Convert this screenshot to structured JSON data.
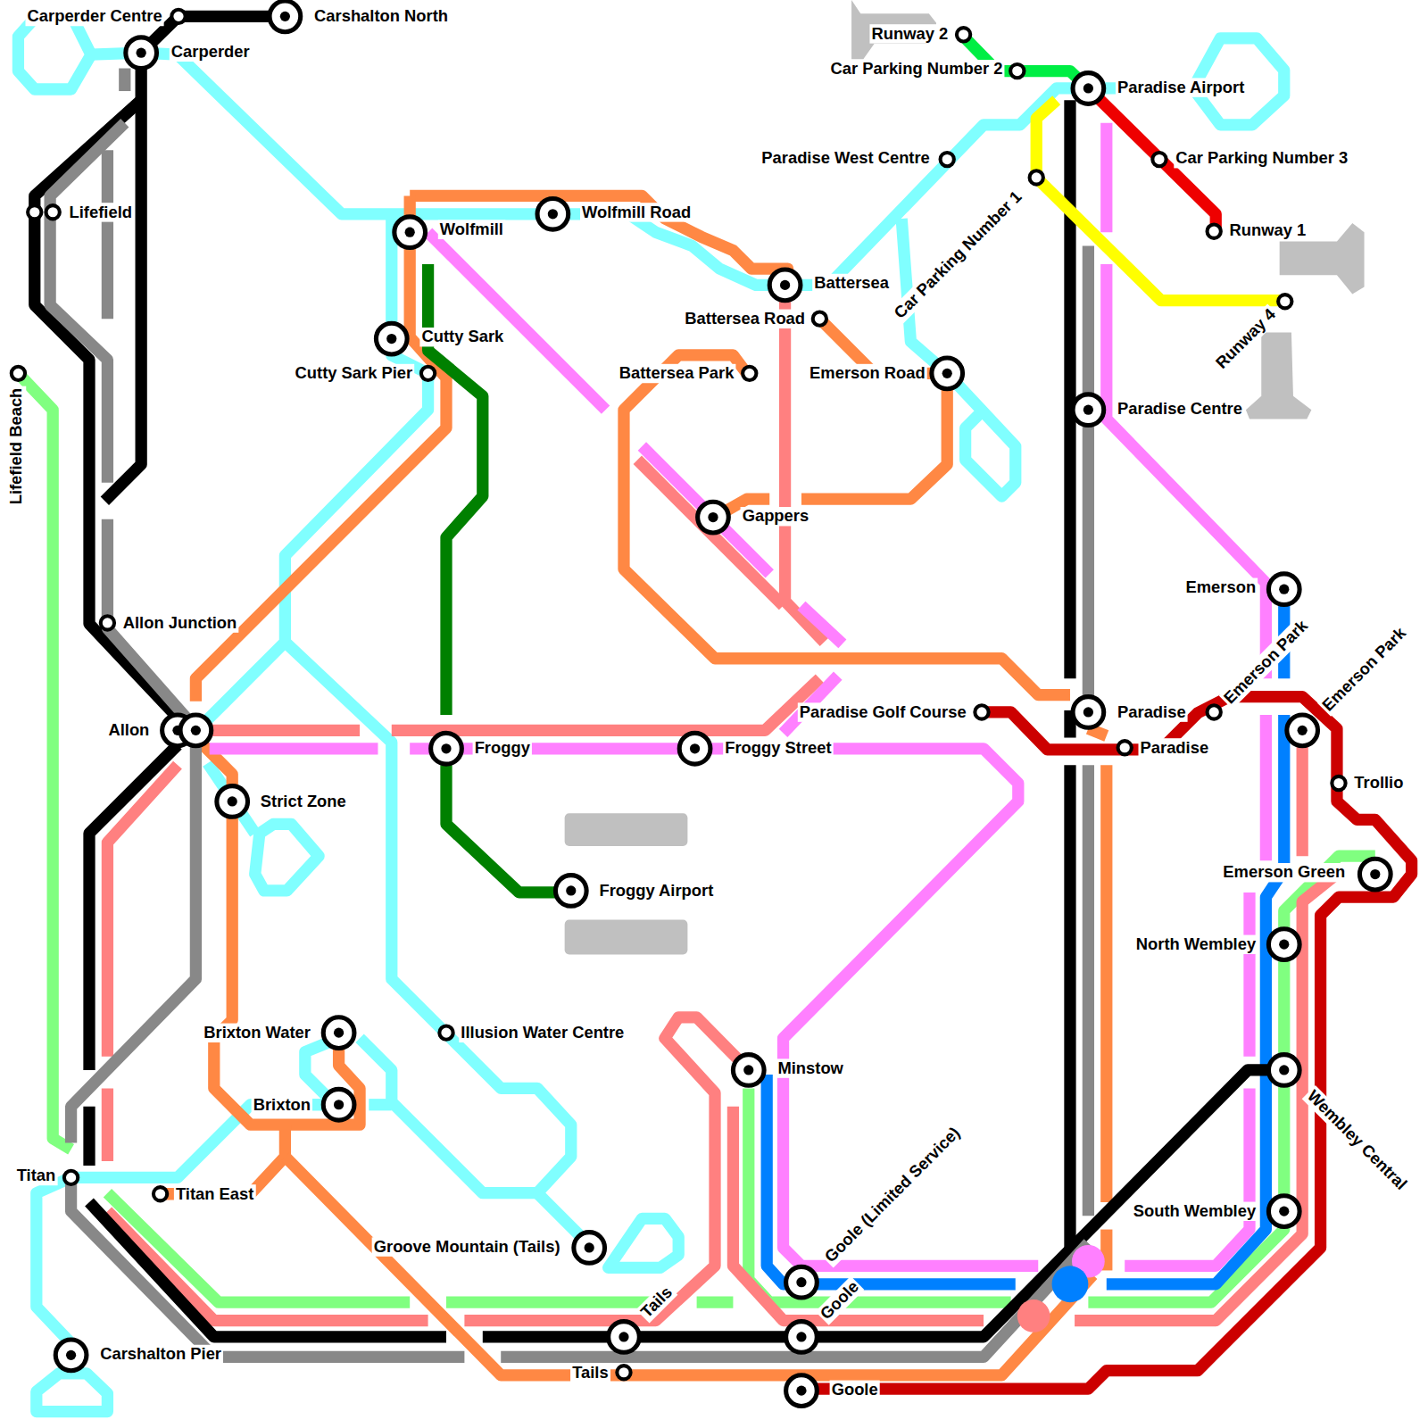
{
  "diagram": {
    "labels": [
      "Carperder Centre",
      "Carshalton North",
      "Carperder",
      "Lifefield",
      "Lifefield Beach",
      "Runway 2",
      "Car Parking Number 2",
      "Paradise Airport",
      "Paradise West Centre",
      "Car Parking Number 3",
      "Car Parking Number 1",
      "Runway 1",
      "Runway 4",
      "Wolfmill",
      "Wolfmill Road",
      "Battersea",
      "Battersea Road",
      "Cutty Sark",
      "Cutty Sark Pier",
      "Battersea Park",
      "Emerson Road",
      "Paradise Centre",
      "Gappers",
      "Emerson",
      "Emerson Park",
      "Emerson Park",
      "Allon Junction",
      "Paradise Golf Course",
      "Paradise",
      "Paradise",
      "Allon",
      "Froggy",
      "Froggy Street",
      "Trollio",
      "Strict Zone",
      "Froggy Airport",
      "Emerson Green",
      "North Wembley",
      "Brixton Water",
      "Illusion Water Centre",
      "Minstow",
      "Wembley Central",
      "Brixton",
      "Goole (Limited Service)",
      "Titan",
      "Titan East",
      "South Wembley",
      "Groove Mountain (Tails)",
      "Tails",
      "Goole",
      "Carshalton Pier",
      "Tails",
      "Goole"
    ]
  }
}
